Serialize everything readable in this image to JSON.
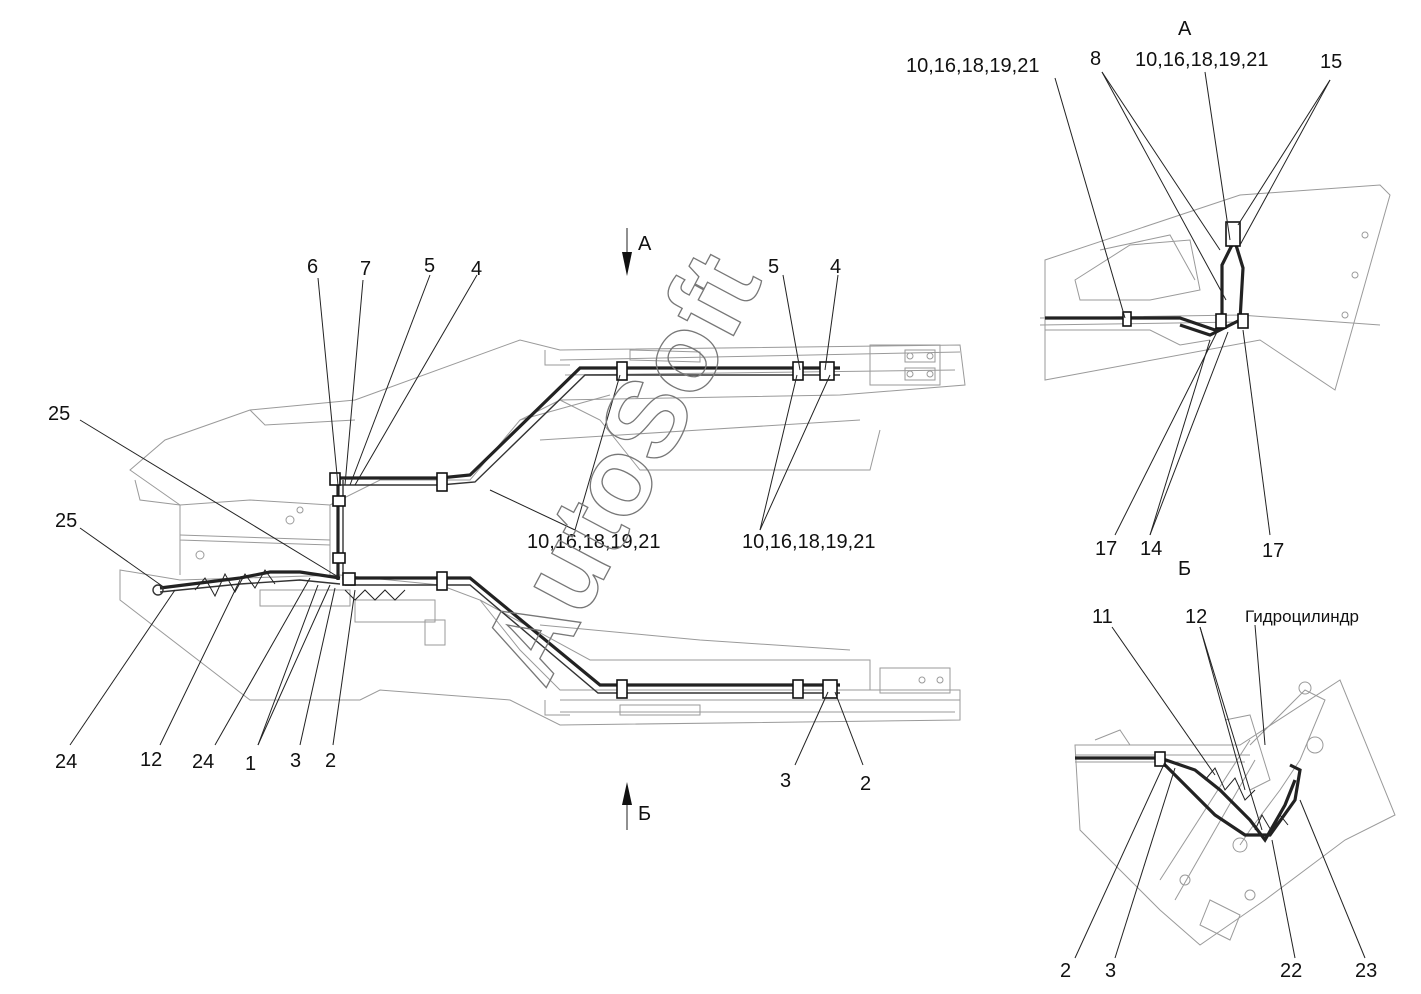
{
  "watermark": "AutoSoft",
  "main_view": {
    "view_a_arrow": "А",
    "view_b_arrow": "Б",
    "labels": {
      "l25a": "25",
      "l25b": "25",
      "l6": "6",
      "l7": "7",
      "l5a": "5",
      "l4a": "4",
      "l5b": "5",
      "l4b": "4",
      "lgrp1": "10,16,18,19,21",
      "lgrp2": "10,16,18,19,21",
      "l24a": "24",
      "l12": "12",
      "l24b": "24",
      "l1": "1",
      "l3a": "3",
      "l2a": "2",
      "l3b": "3",
      "l2b": "2"
    }
  },
  "view_a": {
    "title": "А",
    "labels": {
      "grp_left": "10,16,18,19,21",
      "l8": "8",
      "grp_right": "10,16,18,19,21",
      "l15": "15",
      "l17a": "17",
      "l14": "14",
      "l17b": "17"
    }
  },
  "view_b": {
    "title": "Б",
    "labels": {
      "l11": "11",
      "l12": "12",
      "cylinder": "Гидроцилиндр",
      "l2": "2",
      "l3": "3",
      "l22": "22",
      "l23": "23"
    }
  },
  "colors": {
    "ink": "#111111",
    "frame": "#9a9a9a",
    "hose": "#222222"
  }
}
